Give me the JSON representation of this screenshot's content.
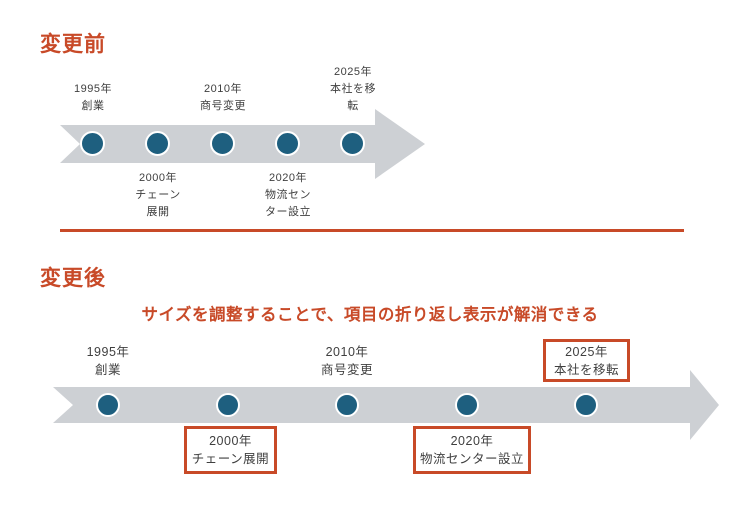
{
  "colors": {
    "accent_red": "#c84a28",
    "arrow_gray": "#cdd0d4",
    "dot_teal": "#1e5f7f",
    "label_text": "#3f3f3f"
  },
  "before": {
    "heading": "変更前",
    "milestones": [
      {
        "position": "above",
        "highlighted": false,
        "lines": [
          "1995年",
          "創業",
          ""
        ]
      },
      {
        "position": "below",
        "highlighted": false,
        "lines": [
          "2000年",
          "チェーン",
          "展開"
        ]
      },
      {
        "position": "above",
        "highlighted": false,
        "lines": [
          "2010年",
          "商号変更",
          ""
        ]
      },
      {
        "position": "below",
        "highlighted": false,
        "lines": [
          "2020年",
          "物流セン",
          "ター設立"
        ]
      },
      {
        "position": "above",
        "highlighted": false,
        "lines": [
          "2025年",
          "本社を移",
          "転"
        ]
      }
    ]
  },
  "after": {
    "heading": "変更後",
    "note": "サイズを調整することで、項目の折り返し表示が解消できる",
    "milestones": [
      {
        "position": "above",
        "highlighted": false,
        "lines": [
          "1995年",
          "創業"
        ]
      },
      {
        "position": "below",
        "highlighted": true,
        "lines": [
          "2000年",
          "チェーン展開"
        ]
      },
      {
        "position": "above",
        "highlighted": false,
        "lines": [
          "2010年",
          "商号変更"
        ]
      },
      {
        "position": "below",
        "highlighted": true,
        "lines": [
          "2020年",
          "物流センター設立"
        ]
      },
      {
        "position": "above",
        "highlighted": true,
        "lines": [
          "2025年",
          "本社を移転"
        ]
      }
    ]
  }
}
